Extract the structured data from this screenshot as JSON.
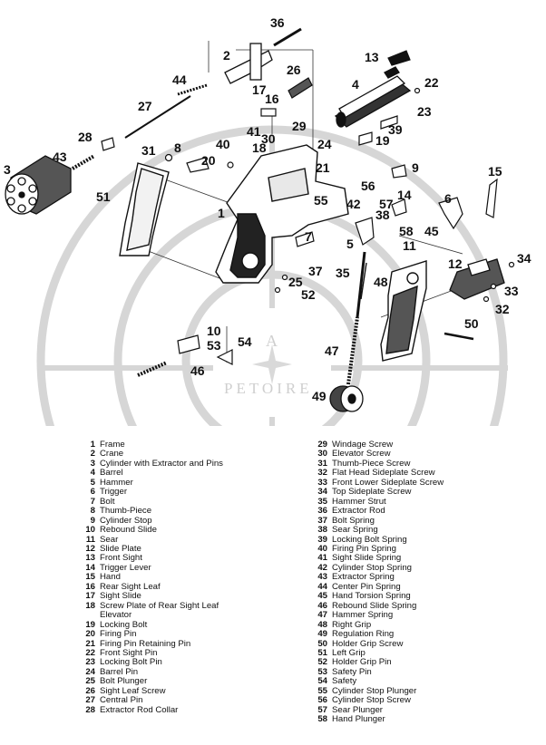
{
  "watermark": {
    "text": "PETOIRE",
    "letter": "A",
    "color": "#c9c9c9"
  },
  "callouts": [
    "1",
    "2",
    "3",
    "4",
    "5",
    "6",
    "7",
    "8",
    "9",
    "10",
    "11",
    "12",
    "13",
    "14",
    "15",
    "16",
    "17",
    "18",
    "19",
    "20",
    "21",
    "22",
    "23",
    "24",
    "25",
    "26",
    "27",
    "28",
    "29",
    "30",
    "31",
    "32",
    "33",
    "34",
    "35",
    "36",
    "37",
    "38",
    "39",
    "40",
    "41",
    "42",
    "43",
    "44",
    "45",
    "46",
    "47",
    "48",
    "49",
    "50",
    "51",
    "52",
    "53",
    "54",
    "55",
    "56",
    "57",
    "58"
  ],
  "legend": [
    {
      "num": "1",
      "name": "Frame"
    },
    {
      "num": "2",
      "name": "Crane"
    },
    {
      "num": "3",
      "name": "Cylinder with Extractor and Pins"
    },
    {
      "num": "4",
      "name": "Barrel"
    },
    {
      "num": "5",
      "name": "Hammer"
    },
    {
      "num": "6",
      "name": "Trigger"
    },
    {
      "num": "7",
      "name": "Bolt"
    },
    {
      "num": "8",
      "name": "Thumb-Piece"
    },
    {
      "num": "9",
      "name": "Cylinder Stop"
    },
    {
      "num": "10",
      "name": "Rebound Slide"
    },
    {
      "num": "11",
      "name": "Sear"
    },
    {
      "num": "12",
      "name": "Slide Plate"
    },
    {
      "num": "13",
      "name": "Front Sight"
    },
    {
      "num": "14",
      "name": "Trigger Lever"
    },
    {
      "num": "15",
      "name": "Hand"
    },
    {
      "num": "16",
      "name": "Rear Sight Leaf"
    },
    {
      "num": "17",
      "name": "Sight Slide"
    },
    {
      "num": "18",
      "name": "Screw Plate of Rear Sight Leaf"
    },
    {
      "num": "",
      "name": "Elevator"
    },
    {
      "num": "19",
      "name": "Locking Bolt"
    },
    {
      "num": "20",
      "name": "Firing Pin"
    },
    {
      "num": "21",
      "name": "Firing Pin Retaining Pin"
    },
    {
      "num": "22",
      "name": "Front Sight Pin"
    },
    {
      "num": "23",
      "name": "Locking Bolt Pin"
    },
    {
      "num": "24",
      "name": "Barrel Pin"
    },
    {
      "num": "25",
      "name": "Bolt Plunger"
    },
    {
      "num": "26",
      "name": "Sight Leaf Screw"
    },
    {
      "num": "27",
      "name": "Central Pin"
    },
    {
      "num": "28",
      "name": "Extractor Rod Collar"
    },
    {
      "num": "29",
      "name": "Windage Screw"
    },
    {
      "num": "30",
      "name": "Elevator Screw"
    },
    {
      "num": "31",
      "name": "Thumb-Piece Screw"
    },
    {
      "num": "32",
      "name": "Flat Head Sideplate Screw"
    },
    {
      "num": "33",
      "name": "Front Lower Sideplate Screw"
    },
    {
      "num": "34",
      "name": "Top Sideplate Screw"
    },
    {
      "num": "35",
      "name": "Hammer Strut"
    },
    {
      "num": "36",
      "name": "Extractor Rod"
    },
    {
      "num": "37",
      "name": "Bolt Spring"
    },
    {
      "num": "38",
      "name": "Sear Spring"
    },
    {
      "num": "39",
      "name": "Locking Bolt Spring"
    },
    {
      "num": "40",
      "name": "Firing Pin Spring"
    },
    {
      "num": "41",
      "name": "Sight Slide Spring"
    },
    {
      "num": "42",
      "name": "Cylinder Stop Spring"
    },
    {
      "num": "43",
      "name": "Extractor Spring"
    },
    {
      "num": "44",
      "name": "Center Pin Spring"
    },
    {
      "num": "45",
      "name": "Hand Torsion Spring"
    },
    {
      "num": "46",
      "name": "Rebound Slide Spring"
    },
    {
      "num": "47",
      "name": "Hammer Spring"
    },
    {
      "num": "48",
      "name": "Right Grip"
    },
    {
      "num": "49",
      "name": "Regulation Ring"
    },
    {
      "num": "50",
      "name": "Holder Grip Screw"
    },
    {
      "num": "51",
      "name": "Left Grip"
    },
    {
      "num": "52",
      "name": "Holder Grip Pin"
    },
    {
      "num": "53",
      "name": "Safety Pin"
    },
    {
      "num": "54",
      "name": "Safety"
    },
    {
      "num": "55",
      "name": "Cylinder Stop Plunger"
    },
    {
      "num": "56",
      "name": "Cylinder Stop Screw"
    },
    {
      "num": "57",
      "name": "Sear Plunger"
    },
    {
      "num": "58",
      "name": "Hand Plunger"
    }
  ]
}
